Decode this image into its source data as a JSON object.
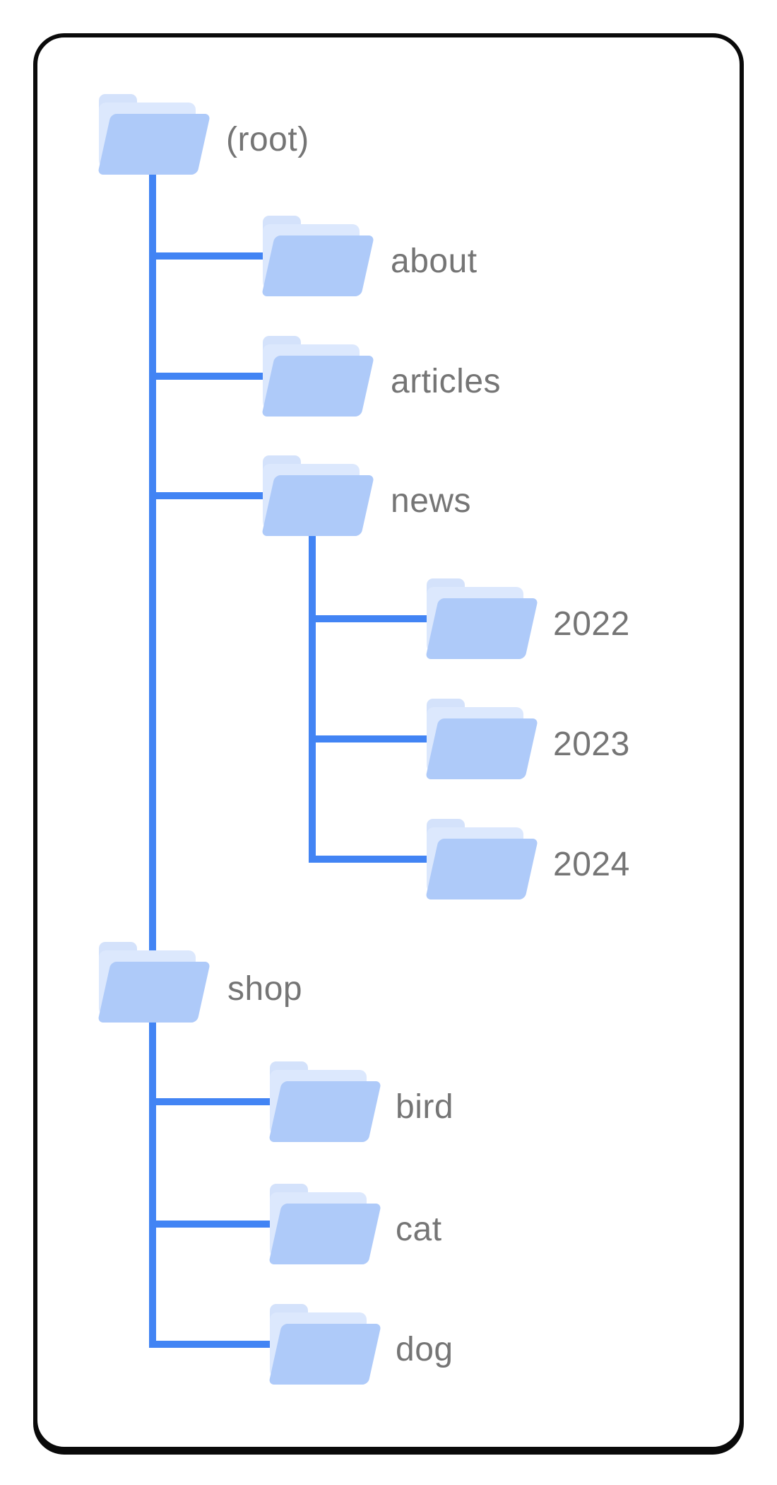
{
  "diagram_type": "folder-tree",
  "colors": {
    "connector_blue": "#4284F4",
    "folder_front": "#AECAF9",
    "folder_back": "#DCE8FD",
    "folder_tab": "#D4E2FB",
    "label_gray": "#757575",
    "card_border": "#000000",
    "card_background": "#FFFFFF"
  },
  "tree": {
    "nodes": [
      {
        "id": "root",
        "label": "(root)",
        "parent": null,
        "depth": 0
      },
      {
        "id": "about",
        "label": "about",
        "parent": "root",
        "depth": 1
      },
      {
        "id": "articles",
        "label": "articles",
        "parent": "root",
        "depth": 1
      },
      {
        "id": "news",
        "label": "news",
        "parent": "root",
        "depth": 1
      },
      {
        "id": "y2022",
        "label": "2022",
        "parent": "news",
        "depth": 2
      },
      {
        "id": "y2023",
        "label": "2023",
        "parent": "news",
        "depth": 2
      },
      {
        "id": "y2024",
        "label": "2024",
        "parent": "news",
        "depth": 2
      },
      {
        "id": "shop",
        "label": "shop",
        "parent": "root",
        "depth": 1
      },
      {
        "id": "bird",
        "label": "bird",
        "parent": "shop",
        "depth": 2
      },
      {
        "id": "cat",
        "label": "cat",
        "parent": "shop",
        "depth": 2
      },
      {
        "id": "dog",
        "label": "dog",
        "parent": "shop",
        "depth": 2
      }
    ]
  }
}
